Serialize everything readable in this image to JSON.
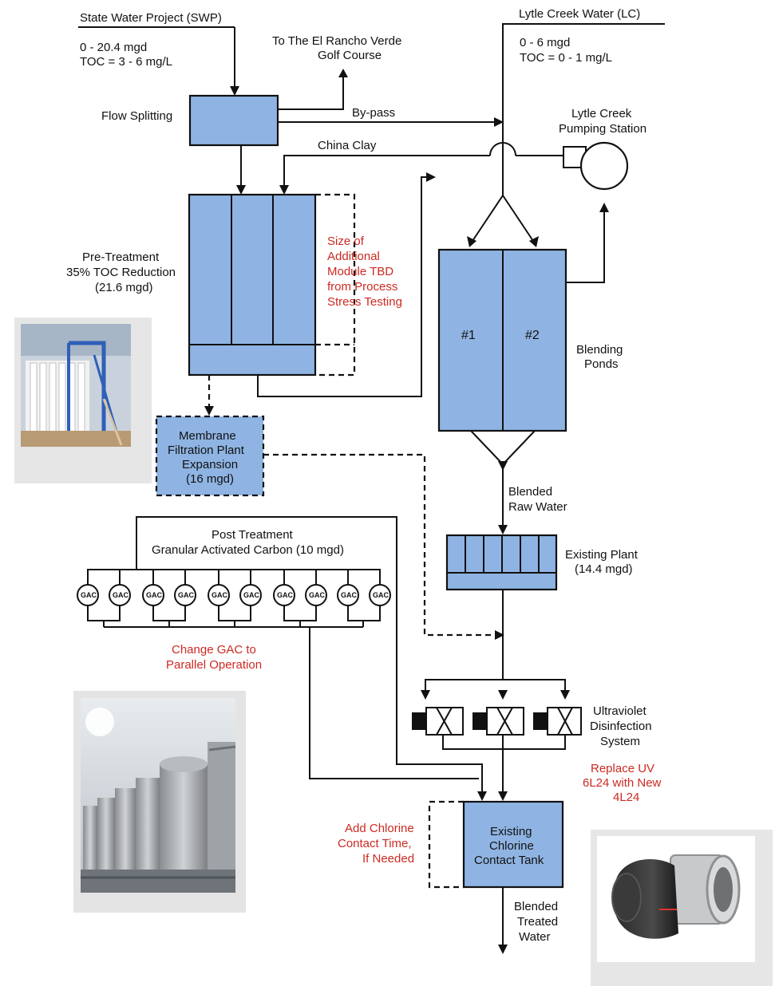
{
  "colors": {
    "box_fill": "#8fb4e3",
    "line": "#111111",
    "annotation_red": "#cc2a22"
  },
  "sources": {
    "swp": {
      "title": "State Water Project (SWP)",
      "flow": "0 - 20.4 mgd",
      "toc": "TOC = 3 - 6 mg/L"
    },
    "lc": {
      "title": "Lytle Creek Water (LC)",
      "flow": "0 - 6 mgd",
      "toc": "TOC = 0 - 1 mg/L"
    }
  },
  "golf": {
    "line1": "To The El Rancho Verde",
    "line2": "Golf Course"
  },
  "labels": {
    "flow_splitting": "Flow Splitting",
    "bypass": "By-pass",
    "china_clay": "China Clay",
    "pumping_station": [
      "Lytle Creek",
      "Pumping Station"
    ],
    "pretreatment": [
      "Pre-Treatment",
      "35% TOC Reduction",
      "(21.6 mgd)"
    ],
    "additional_module": [
      "Size of",
      "Additional",
      "Module TBD",
      "from Process",
      "Stress Testing"
    ],
    "pond_1": "#1",
    "pond_2": "#2",
    "blending_ponds": [
      "Blending",
      "Ponds"
    ],
    "membrane": [
      "Membrane",
      "Filtration Plant",
      "Expansion",
      "(16 mgd)"
    ],
    "blended_raw": [
      "Blended",
      "Raw Water"
    ],
    "existing_plant": [
      "Existing Plant",
      "(14.4 mgd)"
    ],
    "post_treatment": [
      "Post Treatment",
      "Granular Activated Carbon (10 mgd)"
    ],
    "gac_unit": "GAC",
    "change_gac": [
      "Change GAC to",
      "Parallel Operation"
    ],
    "uv_system": [
      "Ultraviolet",
      "Disinfection",
      "System"
    ],
    "replace_uv": [
      "Replace UV",
      "6L24 with New",
      "4L24"
    ],
    "chlorine_tank": [
      "Existing",
      "Chlorine",
      "Contact Tank"
    ],
    "add_chlorine": [
      "Add Chlorine",
      "Contact Time,",
      "If Needed"
    ],
    "blended_treated": [
      "Blended",
      "Treated",
      "Water"
    ]
  }
}
